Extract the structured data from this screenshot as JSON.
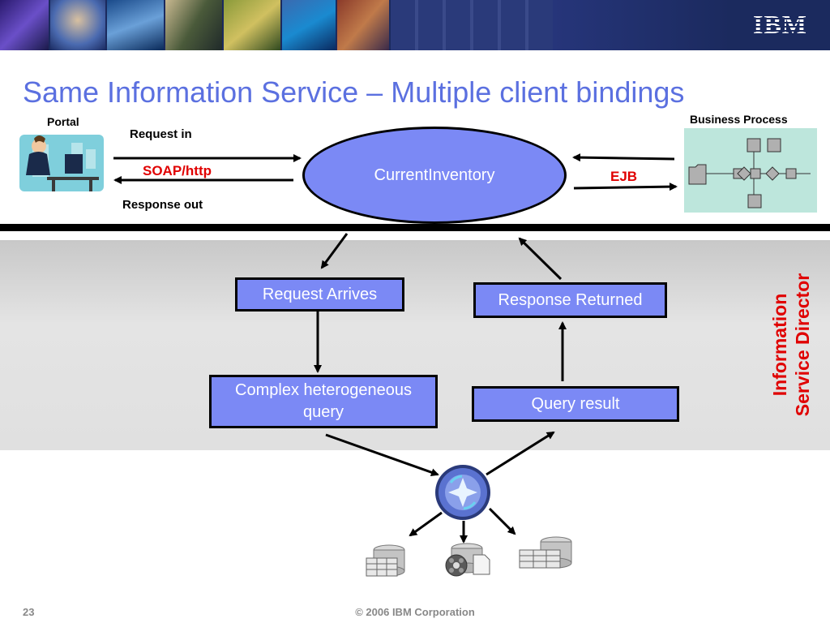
{
  "header": {
    "logo": "IBM"
  },
  "title": "Same Information Service – Multiple client bindings",
  "portal": {
    "label": "Portal"
  },
  "business_process": {
    "label": "Business Process"
  },
  "request_in": "Request in",
  "response_out": "Response out",
  "soap": "SOAP/http",
  "ejb": "EJB",
  "service": "CurrentInventory",
  "steps": {
    "request_arrives": "Request Arrives",
    "response_returned": "Response Returned",
    "complex_query": "Complex heterogeneous query",
    "query_result": "Query result"
  },
  "side_label": {
    "line1": "Information",
    "line2": "Service Director"
  },
  "footer": {
    "page": "23",
    "copyright": "© 2006 IBM Corporation"
  }
}
